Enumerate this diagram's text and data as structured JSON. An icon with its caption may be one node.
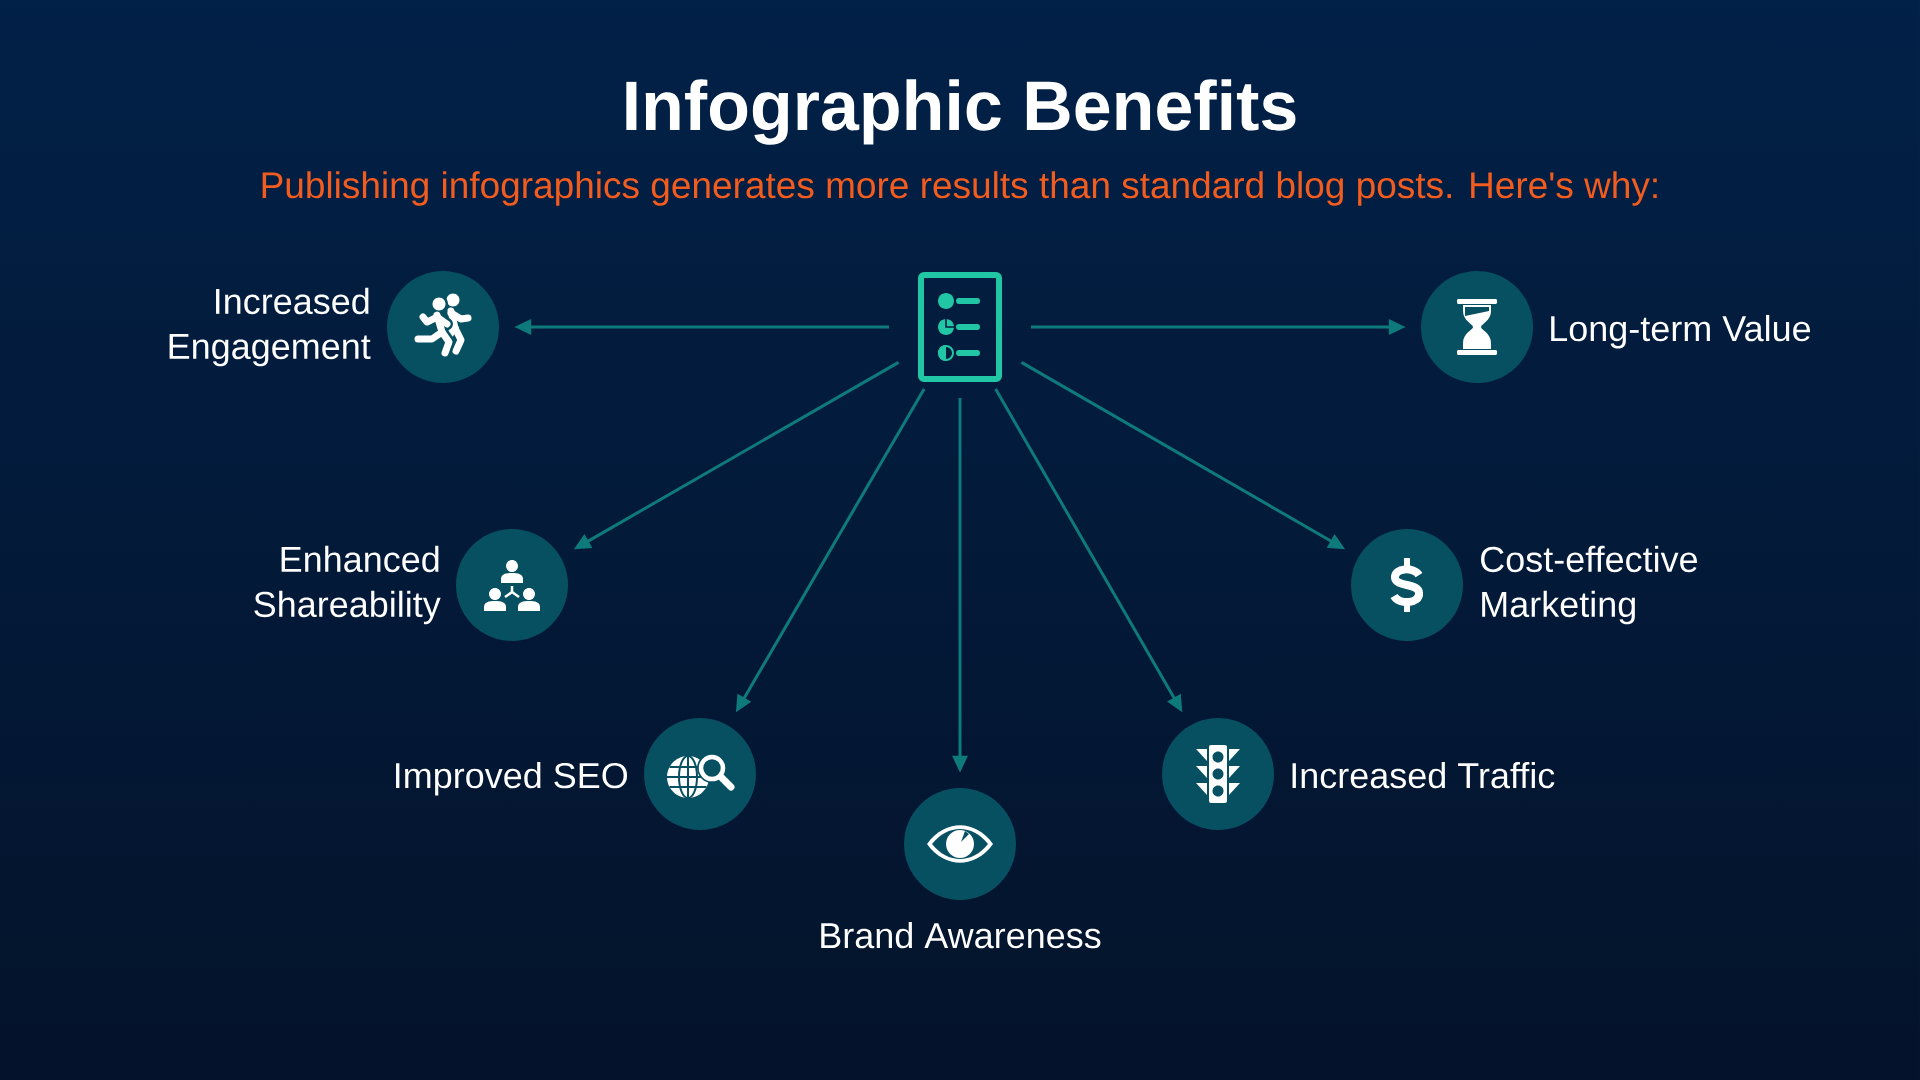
{
  "diagram": {
    "title": "Infographic Benefits",
    "nodes": [
      {
        "text": [
          "Increased Engagement"
        ]
      },
      {
        "text": [],
        "shape": "picture"
      },
      {
        "text": [
          "Long-term Value"
        ]
      },
      {
        "text": [
          "Enhanced Shareability"
        ]
      },
      {
        "text": [
          "Cost-effective Marketing"
        ]
      },
      {
        "text": [
          "Improved SEO"
        ]
      },
      {
        "text": [
          "Increased Traffic"
        ]
      },
      {
        "text": [
          "Brand Awareness"
        ]
      }
    ],
    "edges": [
      {
        "from": 1,
        "to": 0,
        "arrow": "to"
      },
      {
        "from": 1,
        "to": 2,
        "arrow": "to"
      },
      {
        "from": 1,
        "to": 3,
        "arrow": "to"
      },
      {
        "from": 1,
        "to": 4,
        "arrow": "to"
      },
      {
        "from": 1,
        "to": 5,
        "arrow": "to"
      },
      {
        "from": 1,
        "to": 6,
        "arrow": "to"
      },
      {
        "from": 1,
        "to": 7,
        "arrow": "to"
      }
    ],
    "labels": [
      "Publishing infographics generates more results than standard blog posts. Here's why:"
    ]
  }
}
